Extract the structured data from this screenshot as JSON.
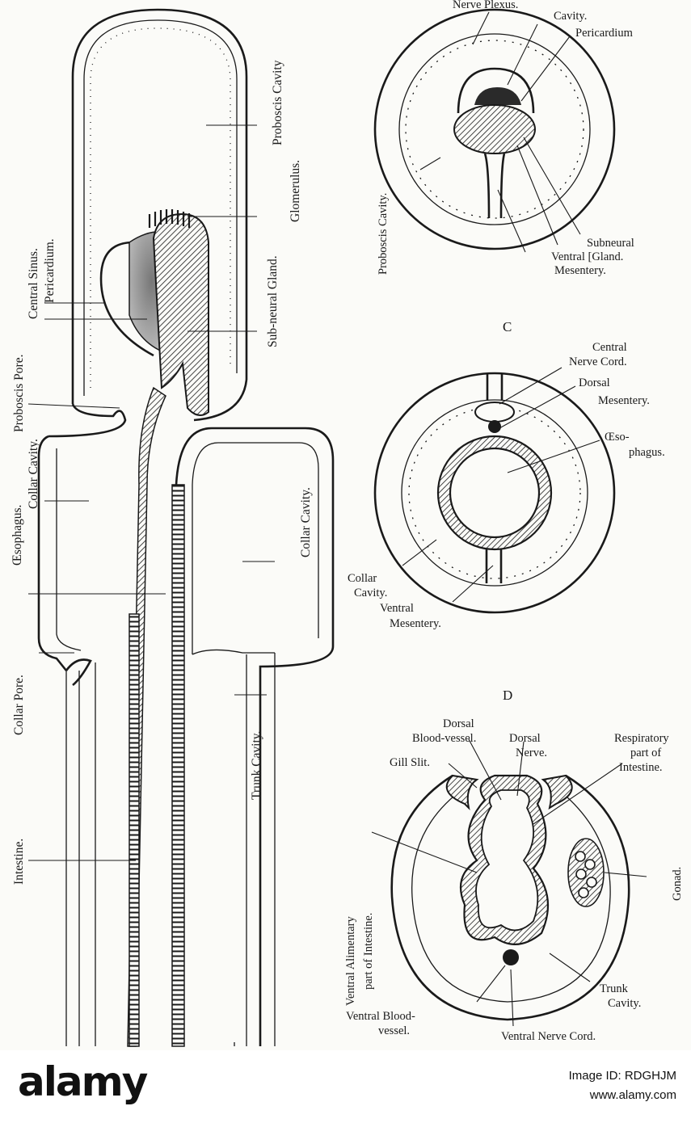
{
  "labels": {
    "proboscis_cavity_top": "Proboscis Cavity",
    "glomerulus": "Glomerulus.",
    "sub_neural_gland": "Sub-neural Gland.",
    "proboscis_pore": "Proboscis Pore.",
    "central_sinus": "Central Sinus.",
    "pericardium": "Pericardium.",
    "oesophagus": "Œsophagus.",
    "collar_cavity_left": "Collar Cavity.",
    "collar_cavity_right": "Collar Cavity.",
    "collar_pore": "Collar Pore.",
    "intestine": "Intestine.",
    "trunk_cavity": "Trunk Cavity."
  },
  "panel_b": {
    "nerve_plexus": "Nerve Plexus.",
    "cavity": "Cavity.",
    "pericardium": "Pericardium",
    "proboscis_cavity": "Proboscis Cavity.",
    "subneural": "Subneural",
    "ventral_gland": "Ventral [Gland.",
    "mesentery": "Mesentery."
  },
  "panel_c": {
    "letter": "C",
    "central": "Central",
    "nerve_cord": "Nerve Cord.",
    "dorsal": "Dorsal",
    "mesentery": "Mesentery.",
    "oeso": "Œso-",
    "phagus": "phagus.",
    "collar": "Collar",
    "cavity": "Cavity.",
    "ventral": "Ventral",
    "ventral_mesentery": "Mesentery."
  },
  "panel_d": {
    "letter": "D",
    "dorsal": "Dorsal",
    "blood_vessel": "Blood-vessel.",
    "dorsal2": "Dorsal",
    "nerve": "Nerve.",
    "respiratory": "Respiratory",
    "part_of": "part of",
    "intestine": "Intestine.",
    "gill_slit": "Gill Slit.",
    "ventral_alimentary": "Ventral Alimentary",
    "part_of_intestine": "part of Intestine.",
    "gonad": "Gonad.",
    "trunk": "Trunk",
    "cavity": "Cavity.",
    "ventral_blood": "Ventral Blood-",
    "vessel": "vessel.",
    "ventral_nerve_cord": "Ventral Nerve Cord."
  },
  "footer": {
    "brand": "alamy",
    "image_id": "Image ID: RDGHJM",
    "url": "www.alamy.com"
  }
}
